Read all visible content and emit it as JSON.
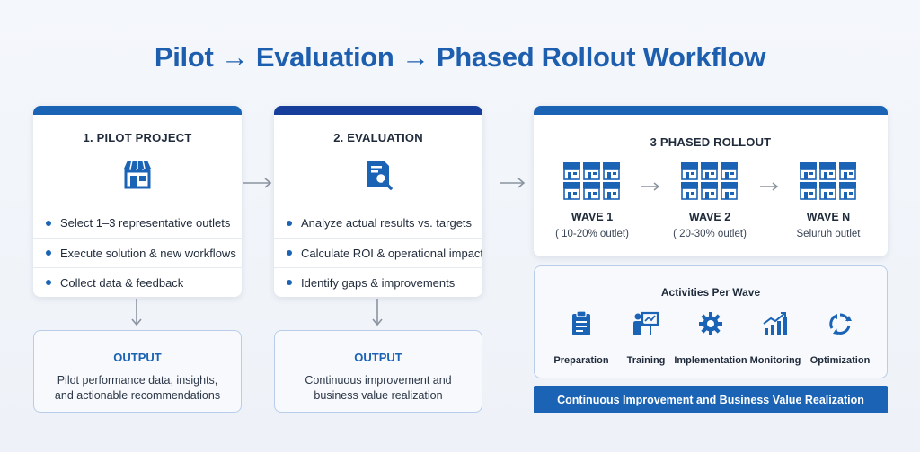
{
  "title": "Pilot → Evaluation → Phased Rollout Workflow",
  "pilot": {
    "heading": "1. PILOT PROJECT",
    "icon": "storefront-icon",
    "bullets": [
      "Select 1–3 representative outlets",
      "Execute solution & new workflows",
      "Collect data & feedback"
    ],
    "output_title": "OUTPUT",
    "output_line1": "Pilot performance data, insights,",
    "output_line2": "and actionable recommendations"
  },
  "evaluation": {
    "heading": "2. EVALUATION",
    "icon": "document-search-icon",
    "bullets": [
      "Analyze actual results vs. targets",
      "Calculate ROI & operational impact",
      "Identify gaps & improvements"
    ],
    "output_title": "OUTPUT",
    "output_line1": "Continuous improvement and",
    "output_line2": "business value realization"
  },
  "rollout": {
    "heading": "3  PHASED ROLLOUT",
    "waves": [
      {
        "name": "WAVE 1",
        "sub": "( 10-20% outlet)"
      },
      {
        "name": "WAVE 2",
        "sub": "( 20-30% outlet)"
      },
      {
        "name": "WAVE N",
        "sub": "Seluruh outlet"
      }
    ]
  },
  "activities": {
    "heading": "Activities Per Wave",
    "items": [
      {
        "label": "Preparation",
        "icon": "clipboard-icon"
      },
      {
        "label": "Training",
        "icon": "presenter-icon"
      },
      {
        "label": "Implementation",
        "icon": "gear-icon"
      },
      {
        "label": "Monitoring",
        "icon": "growth-chart-icon"
      },
      {
        "label": "Optimization",
        "icon": "cycle-arrows-icon"
      }
    ]
  },
  "banner": "Continuous Improvement and Business Value Realization",
  "colors": {
    "primary": "#1b63b4",
    "dark": "#163e9a",
    "title": "#1d5fae"
  }
}
